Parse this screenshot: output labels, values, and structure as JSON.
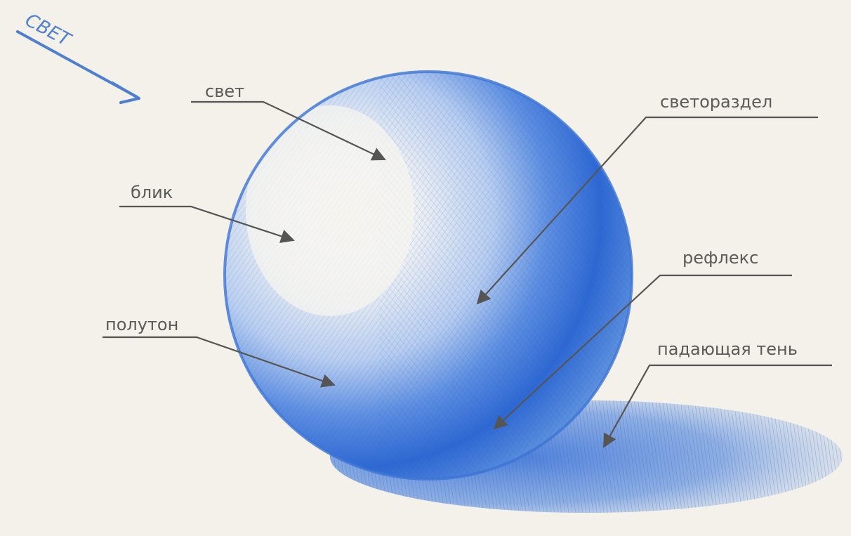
{
  "light_direction": {
    "label": "СВЕТ",
    "color": "#4f7fd0"
  },
  "pencil_color": "#2f6fd6",
  "labels": {
    "light": "свет",
    "highlight": "блик",
    "halftone": "полутон",
    "terminator": "светораздел",
    "reflex": "рефлекс",
    "cast_shadow": "падающая тень"
  }
}
